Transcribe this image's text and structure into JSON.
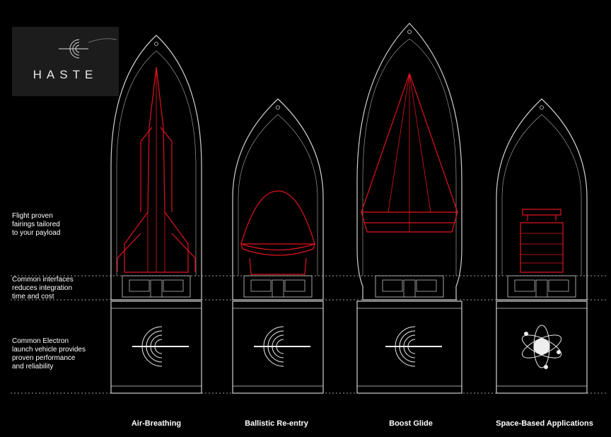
{
  "logo": {
    "wordmark": "HASTE",
    "icon": "trajectory-rings-icon"
  },
  "side_labels": [
    "Flight proven\nfairings tailored\nto your payload",
    "Common interfaces\nreduces integration\ntime and cost",
    "Common Electron\nlaunch vehicle provides\nproven performance\nand reliability"
  ],
  "columns": [
    {
      "label": "Air-Breathing",
      "payload_icon": "air-breathing-vehicle-icon",
      "base_icon": "trajectory-rings-icon"
    },
    {
      "label": "Ballistic Re-entry",
      "payload_icon": "reentry-capsule-icon",
      "base_icon": "trajectory-rings-icon"
    },
    {
      "label": "Boost Glide",
      "payload_icon": "glide-cone-icon",
      "base_icon": "trajectory-rings-icon"
    },
    {
      "label": "Space-Based Applications",
      "payload_icon": "satellite-payload-icon",
      "base_icon": "atom-globe-icon"
    }
  ],
  "colors": {
    "background": "#000000",
    "outline": "#d0d0d0",
    "payload": "#e0141e",
    "dotted_line": "#a0a0a0"
  }
}
